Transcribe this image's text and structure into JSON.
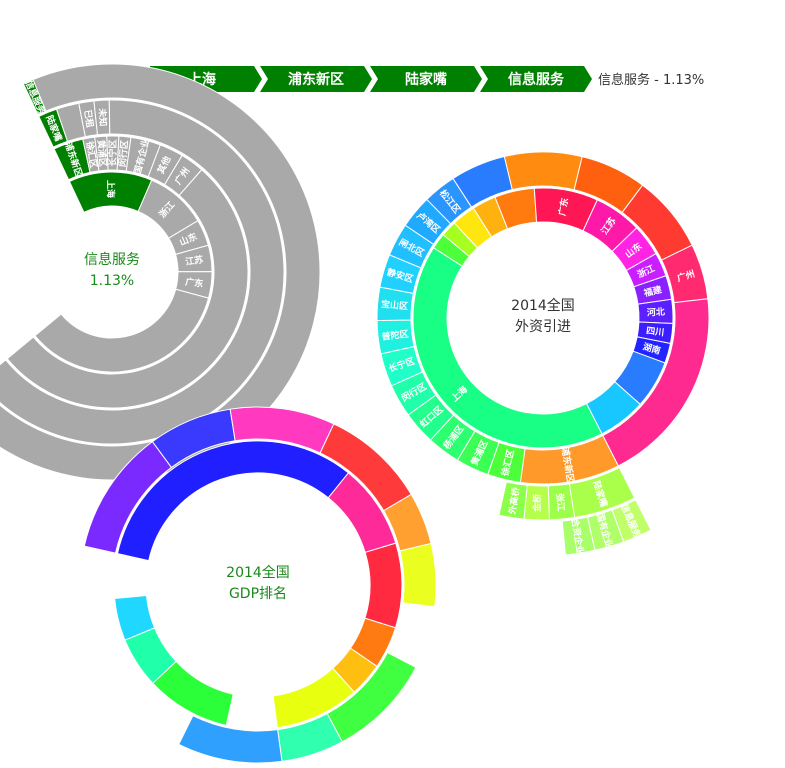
{
  "breadcrumb": {
    "items": [
      "上海",
      "浦东新区",
      "陆家嘴",
      "信息服务"
    ],
    "info": "信息服务 - 1.13%",
    "color": "#008000"
  },
  "chart_data": [
    {
      "type": "sunburst",
      "title": "",
      "center_label": [
        "信息服务",
        "1.13%"
      ],
      "center_color": "#1a8a1a",
      "base_color": "#a9a9a9",
      "highlight_color": "#008000",
      "rings": [
        {
          "segments": [
            {
              "label": "上海",
              "share": 0.19,
              "highlight": true
            },
            {
              "label": "浙江",
              "share": 0.14
            },
            {
              "label": "山东",
              "share": 0.06
            },
            {
              "label": "江苏",
              "share": 0.06
            },
            {
              "label": "广东",
              "share": 0.06
            },
            {
              "label": "",
              "share": 0.49
            }
          ]
        },
        {
          "segments": [
            {
              "label": "浦东新区",
              "share": 0.05,
              "highlight": true
            },
            {
              "label": "徐汇区",
              "share": 0.02
            },
            {
              "label": "黄浦区",
              "share": 0.02
            },
            {
              "label": "长宁区",
              "share": 0.02
            },
            {
              "label": "闵行区",
              "share": 0.02
            },
            {
              "label": "国有企业",
              "share": 0.05
            },
            {
              "label": "其他",
              "share": 0.04
            },
            {
              "label": "广州",
              "share": 0.04
            },
            {
              "label": "",
              "share": 0.74
            }
          ]
        },
        {
          "segments": [
            {
              "label": "陆家嘴",
              "share": 0.025,
              "highlight": true
            },
            {
              "label": "",
              "share": 0.03
            },
            {
              "label": "已租",
              "share": 0.02
            },
            {
              "label": "未知",
              "share": 0.02
            },
            {
              "label": "",
              "share": 0.905
            }
          ]
        },
        {
          "segments": [
            {
              "label": "信息服务",
              "share": 0.0113,
              "highlight": true
            },
            {
              "label": "",
              "share": 0.9887
            }
          ]
        }
      ]
    },
    {
      "type": "sunburst",
      "title": "2014全国 外资引进",
      "center_label": [
        "2014全国",
        "外资引进"
      ],
      "center_color": "#333333",
      "rings": [
        {
          "segments": [
            {
              "label": "上海",
              "share": 0.42,
              "color": "#19ff86"
            },
            {
              "label": "",
              "share": 0.02,
              "color": "#4cff3a"
            },
            {
              "label": "",
              "share": 0.02,
              "color": "#a6ff1e"
            },
            {
              "label": "",
              "share": 0.03,
              "color": "#ffe60f"
            },
            {
              "label": "",
              "share": 0.03,
              "color": "#ffb20f"
            },
            {
              "label": "",
              "share": 0.05,
              "color": "#ff7a0f"
            },
            {
              "label": "广东",
              "share": 0.08,
              "color": "#ff1654"
            },
            {
              "label": "江苏",
              "share": 0.06,
              "color": "#ff19a8"
            },
            {
              "label": "山东",
              "share": 0.04,
              "color": "#ff23e4"
            },
            {
              "label": "浙江",
              "share": 0.03,
              "color": "#c91fff"
            },
            {
              "label": "福建",
              "share": 0.03,
              "color": "#8a1fff"
            },
            {
              "label": "河北",
              "share": 0.03,
              "color": "#5c1fff"
            },
            {
              "label": "四川",
              "share": 0.025,
              "color": "#3b1fff"
            },
            {
              "label": "湖南",
              "share": 0.025,
              "color": "#2124ff"
            },
            {
              "label": "",
              "share": 0.06,
              "color": "#2a7cff"
            },
            {
              "label": "",
              "share": 0.06,
              "color": "#18c7ff"
            }
          ]
        },
        {
          "segments": [
            {
              "label": "浦东新区",
              "share": 0.09,
              "color": "#ff9a2a"
            },
            {
              "label": "徐汇区",
              "share": 0.03,
              "color": "#4cff3a"
            },
            {
              "label": "黄浦区",
              "share": 0.03,
              "color": "#3cff55"
            },
            {
              "label": "杨浦区",
              "share": 0.03,
              "color": "#2cff70"
            },
            {
              "label": "虹口区",
              "share": 0.03,
              "color": "#22ff8c"
            },
            {
              "label": "闵行区",
              "share": 0.03,
              "color": "#20ffaa"
            },
            {
              "label": "长宁区",
              "share": 0.03,
              "color": "#20ffc8"
            },
            {
              "label": "普陀区",
              "share": 0.03,
              "color": "#20f0e0"
            },
            {
              "label": "宝山区",
              "share": 0.03,
              "color": "#20e0f0"
            },
            {
              "label": "静安区",
              "share": 0.03,
              "color": "#20d0ff"
            },
            {
              "label": "闸北区",
              "share": 0.03,
              "color": "#20bfff"
            },
            {
              "label": "卢湾区",
              "share": 0.03,
              "color": "#20aaff"
            },
            {
              "label": "松江区",
              "share": 0.03,
              "color": "#2a95ff"
            },
            {
              "label": "",
              "share": 0.05,
              "color": "#2a7cff"
            },
            {
              "label": "",
              "share": 0.07,
              "color": "#ff8c10"
            },
            {
              "label": "",
              "share": 0.06,
              "color": "#ff6010"
            },
            {
              "label": "",
              "share": 0.07,
              "color": "#ff3a30"
            },
            {
              "label": "广州",
              "share": 0.05,
              "color": "#ff2a70"
            },
            {
              "label": "",
              "share": 0.18,
              "color": "#ff2a90"
            }
          ]
        },
        {
          "segments": [
            {
              "label": "陆家嘴",
              "share": 0.05,
              "color": "#aaff4a"
            },
            {
              "label": "张江",
              "share": 0.02,
              "color": "#9cff4a"
            },
            {
              "label": "金桥",
              "share": 0.02,
              "color": "#b5ff4a"
            },
            {
              "label": "外高桥",
              "share": 0.02,
              "color": "#8cff4a"
            },
            {
              "label": "",
              "share": 0.89,
              "color": "#ffffff"
            }
          ]
        },
        {
          "segments": [
            {
              "label": "信息服务",
              "share": 0.02,
              "color": "#c0ff6a"
            },
            {
              "label": "国有企业",
              "share": 0.02,
              "color": "#b0ff6a"
            },
            {
              "label": "合资企业",
              "share": 0.02,
              "color": "#a8ff6a"
            },
            {
              "label": "",
              "share": 0.94,
              "color": "#ffffff"
            }
          ]
        }
      ]
    },
    {
      "type": "sunburst",
      "title": "2014全国 GDP排名",
      "center_label": [
        "2014全国",
        "GDP排名"
      ],
      "center_color": "#1a8a1a",
      "rings": [
        {
          "segments": [
            {
              "label": "",
              "share": 0.34,
              "color": "#1f1fff"
            },
            {
              "label": "",
              "share": 0.1,
              "color": "#ff2a9a"
            },
            {
              "label": "",
              "share": 0.1,
              "color": "#ff2a40"
            },
            {
              "label": "",
              "share": 0.05,
              "color": "#ff7a10"
            },
            {
              "label": "",
              "share": 0.04,
              "color": "#ffbf10"
            },
            {
              "label": "",
              "share": 0.1,
              "color": "#e8ff10"
            },
            {
              "label": "",
              "share": 0.06,
              "color": "#ffffff"
            },
            {
              "label": "",
              "share": 0.1,
              "color": "#2aff3a"
            },
            {
              "label": "",
              "share": 0.06,
              "color": "#20ffaa"
            },
            {
              "label": "",
              "share": 0.05,
              "color": "#20d8ff"
            }
          ]
        },
        {
          "segments": [
            {
              "label": "",
              "share": 0.12,
              "color": "#7a2aff"
            },
            {
              "label": "",
              "share": 0.08,
              "color": "#3a3aff"
            },
            {
              "label": "",
              "share": 0.1,
              "color": "#ff3ac0"
            },
            {
              "label": "",
              "share": 0.1,
              "color": "#ff3a3a"
            },
            {
              "label": "",
              "share": 0.05,
              "color": "#ffa030"
            },
            {
              "label": "",
              "share": 0.06,
              "color": "#eaff20"
            },
            {
              "label": "",
              "share": 0.06,
              "color": "#ffffff"
            },
            {
              "label": "",
              "share": 0.1,
              "color": "#40ff40"
            },
            {
              "label": "",
              "share": 0.06,
              "color": "#30ffb0"
            },
            {
              "label": "",
              "share": 0.1,
              "color": "#30a0ff"
            },
            {
              "label": "",
              "share": 0.17,
              "color": "#ffffff"
            }
          ]
        }
      ]
    }
  ]
}
